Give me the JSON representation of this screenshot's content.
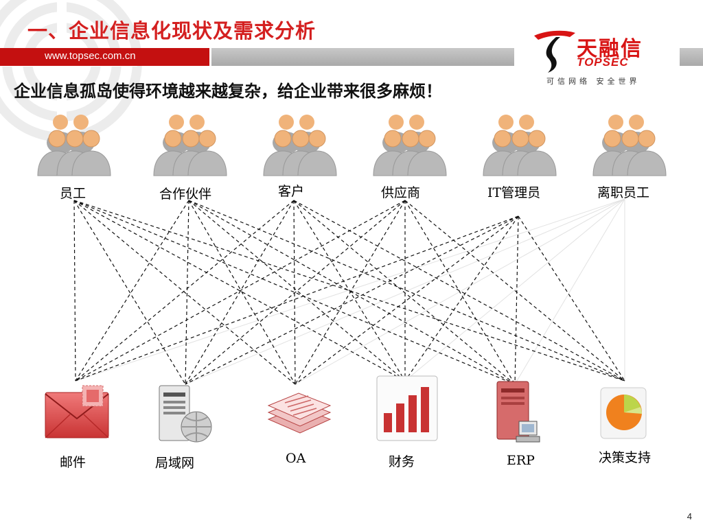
{
  "slide": {
    "title": "一、企业信息化现状及需求分析",
    "url": "www.topsec.com.cn",
    "subtitle": "企业信息孤岛使得环境越来越复杂，给企业带来很多麻烦！",
    "page_number": "4"
  },
  "logo": {
    "brand_cn": "天融信",
    "brand_en": "TOPSEC",
    "slogan": "可信网络 安全世界"
  },
  "user_groups": [
    {
      "label": "员工"
    },
    {
      "label": "合作伙伴"
    },
    {
      "label": "客户"
    },
    {
      "label": "供应商"
    },
    {
      "label": "IT管理员"
    },
    {
      "label": "离职员工"
    }
  ],
  "systems": [
    {
      "label": "邮件",
      "icon": "mail-icon"
    },
    {
      "label": "局域网",
      "icon": "lan-server-icon"
    },
    {
      "label": "OA",
      "icon": "documents-icon"
    },
    {
      "label": "财务",
      "icon": "bar-chart-icon"
    },
    {
      "label": "ERP",
      "icon": "erp-server-icon"
    },
    {
      "label": "决策支持",
      "icon": "pie-chart-icon"
    }
  ],
  "colors": {
    "brand_red": "#d42020",
    "url_bar": "#c41010",
    "person": "#f0b37a",
    "lines": "#111111"
  }
}
